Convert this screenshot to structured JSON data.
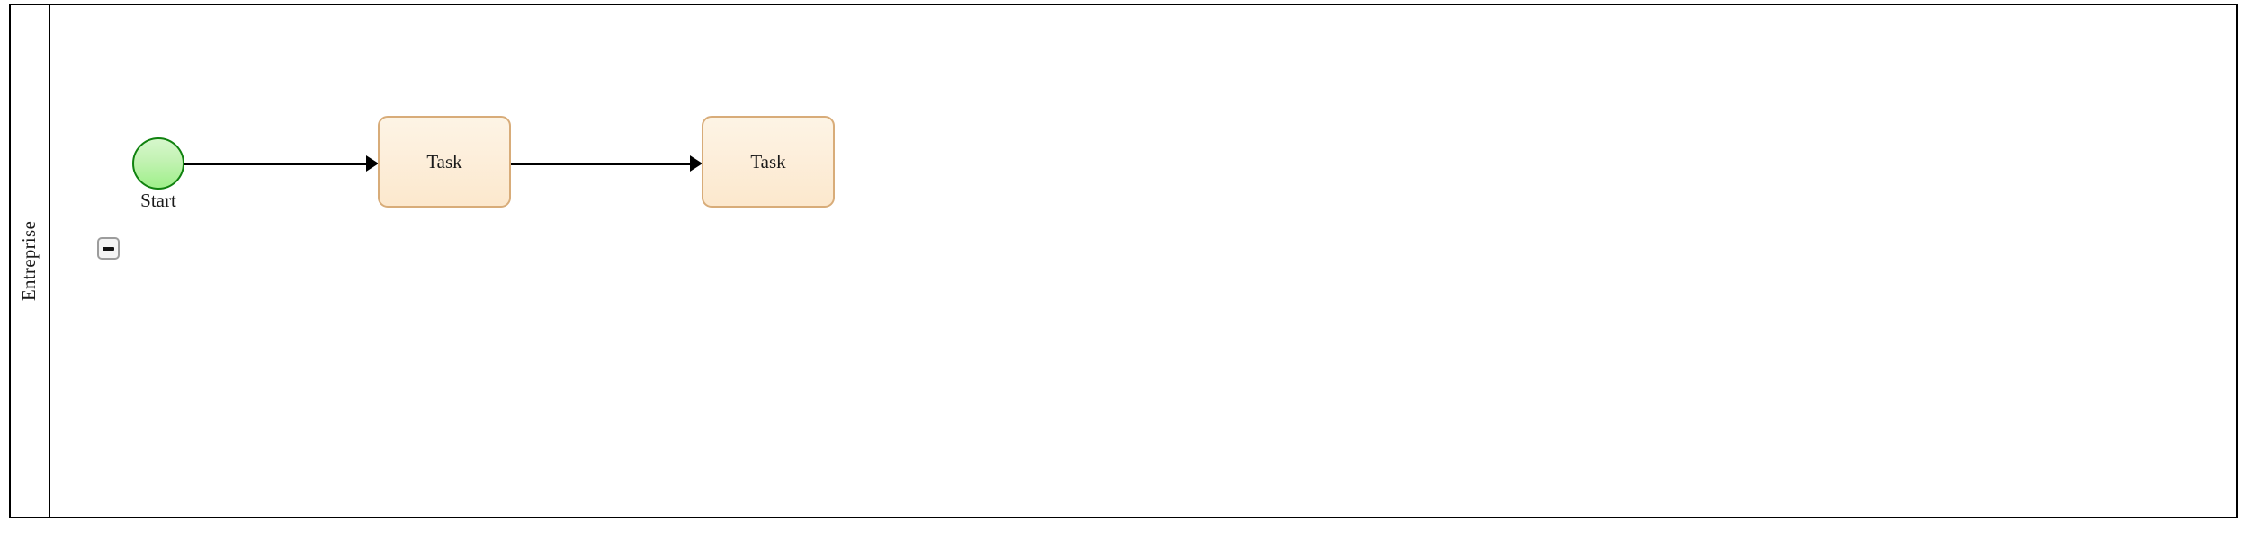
{
  "diagram": {
    "type": "bpmn-process",
    "pool": {
      "name": "Entreprise",
      "collapse_button": {
        "icon": "minus-icon",
        "state": "expanded"
      }
    },
    "elements": [
      {
        "id": "start-event",
        "kind": "start-event",
        "label": "Start",
        "shape": "circle",
        "border_color": "#10820f",
        "fill_color": "#c2f2b2"
      },
      {
        "id": "task-1",
        "kind": "task",
        "label": "Task",
        "shape": "rounded-rectangle",
        "border_color": "#d8ac79",
        "fill_color": "#fdefdc"
      },
      {
        "id": "task-2",
        "kind": "task",
        "label": "Task",
        "shape": "rounded-rectangle",
        "border_color": "#d8ac79",
        "fill_color": "#fdefdc"
      }
    ],
    "flows": [
      {
        "id": "flow-1",
        "kind": "sequence-flow",
        "from": "start-event",
        "to": "task-1",
        "label": ""
      },
      {
        "id": "flow-2",
        "kind": "sequence-flow",
        "from": "task-1",
        "to": "task-2",
        "label": ""
      }
    ],
    "colors": {
      "pool_border": "#000000",
      "flow_line": "#000000",
      "canvas_background": "#ffffff",
      "text": "#1a1a1a"
    }
  }
}
